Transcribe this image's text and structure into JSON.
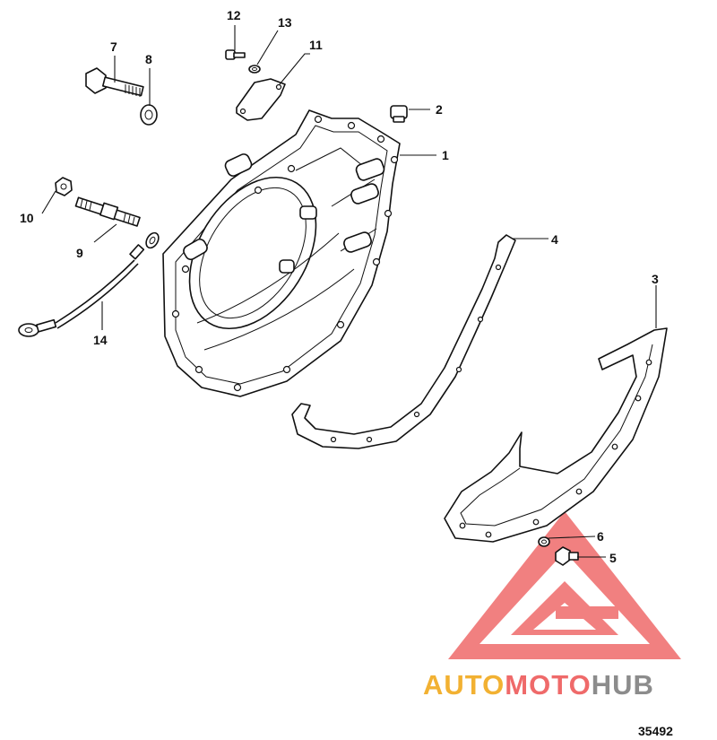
{
  "diagram": {
    "callouts": [
      {
        "id": "1",
        "label": "1"
      },
      {
        "id": "2",
        "label": "2"
      },
      {
        "id": "3",
        "label": "3"
      },
      {
        "id": "4",
        "label": "4"
      },
      {
        "id": "5",
        "label": "5"
      },
      {
        "id": "6",
        "label": "6"
      },
      {
        "id": "7",
        "label": "7"
      },
      {
        "id": "8",
        "label": "8"
      },
      {
        "id": "9",
        "label": "9"
      },
      {
        "id": "10",
        "label": "10"
      },
      {
        "id": "11",
        "label": "11"
      },
      {
        "id": "12",
        "label": "12"
      },
      {
        "id": "13",
        "label": "13"
      },
      {
        "id": "14",
        "label": "14"
      }
    ],
    "drawing_number": "35492"
  },
  "watermark": {
    "brand_part1": "AUTO",
    "brand_part2": "MOTO",
    "brand_part3": "HUB",
    "colors": {
      "orange": "#f2b132",
      "red": "#ef6a6a",
      "gray": "#8c8c8c"
    }
  }
}
